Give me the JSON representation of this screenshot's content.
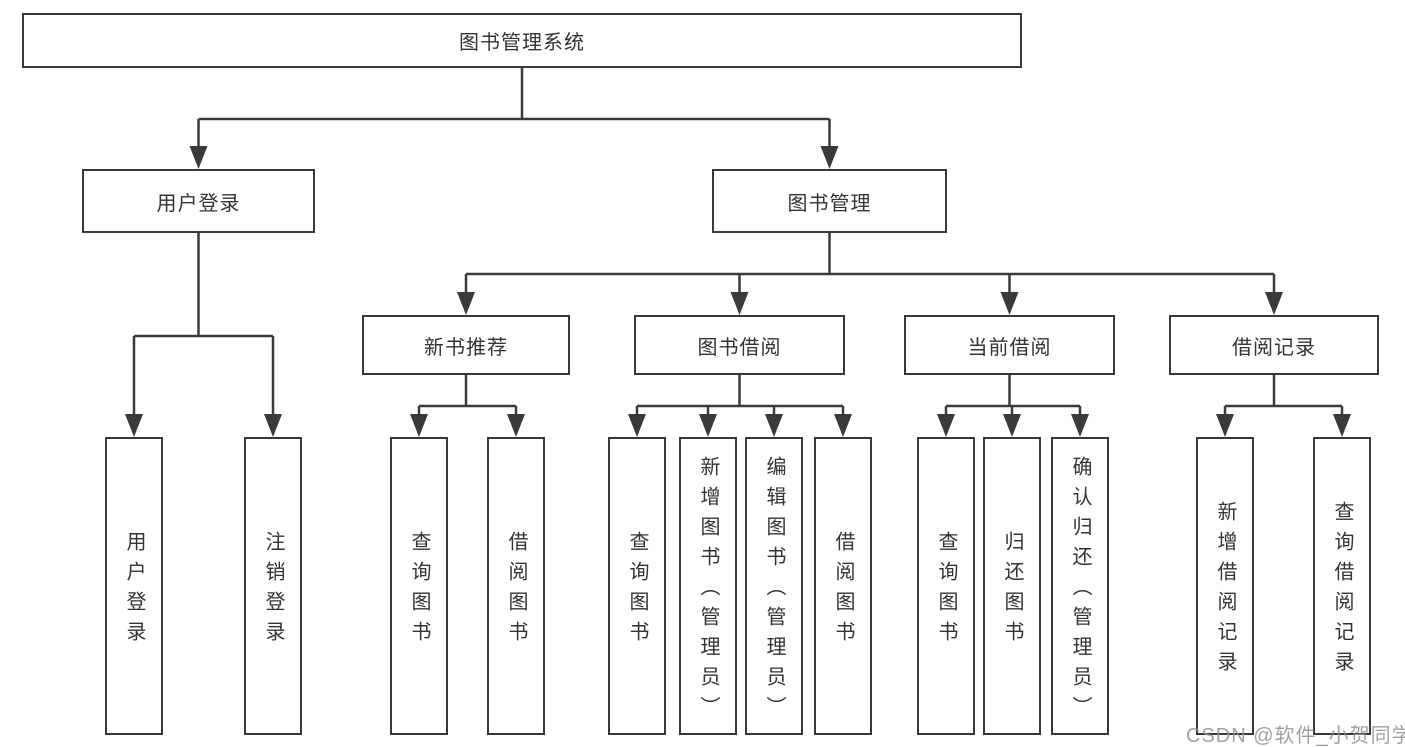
{
  "diagram": {
    "type": "hierarchy-tree",
    "nodes": {
      "root": "图书管理系统",
      "user_login": "用户登录",
      "book_mgmt": "图书管理",
      "new_book_rec": "新书推荐",
      "book_borrow": "图书借阅",
      "current_borrow": "当前借阅",
      "borrow_records": "借阅记录",
      "ul_user_login": "用户登录",
      "ul_logout": "注销登录",
      "nb_query_book": "查询图书",
      "nb_borrow_book": "借阅图书",
      "bb_query_book": "查询图书",
      "bb_add_book": "新增图书（管理员）",
      "bb_edit_book": "编辑图书（管理员）",
      "bb_borrow_book": "借阅图书",
      "cb_query_book": "查询图书",
      "cb_return_book": "归还图书",
      "cb_confirm_return": "确认归还（管理员）",
      "br_add_record": "新增借阅记录",
      "br_query_record": "查询借阅记录"
    },
    "hierarchy": {
      "图书管理系统": [
        "用户登录",
        "图书管理"
      ],
      "用户登录": [
        "用户登录",
        "注销登录"
      ],
      "图书管理": [
        "新书推荐",
        "图书借阅",
        "当前借阅",
        "借阅记录"
      ],
      "新书推荐": [
        "查询图书",
        "借阅图书"
      ],
      "图书借阅": [
        "查询图书",
        "新增图书（管理员）",
        "编辑图书（管理员）",
        "借阅图书"
      ],
      "当前借阅": [
        "查询图书",
        "归还图书",
        "确认归还（管理员）"
      ],
      "借阅记录": [
        "新增借阅记录",
        "查询借阅记录"
      ]
    },
    "colors": {
      "line": "#3a3a3a",
      "box_border": "#383838",
      "box_background": "#ffffff",
      "text": "#333333",
      "watermark": "#919191"
    }
  },
  "watermark": {
    "text": "CSDN @软件_小贺同学"
  }
}
